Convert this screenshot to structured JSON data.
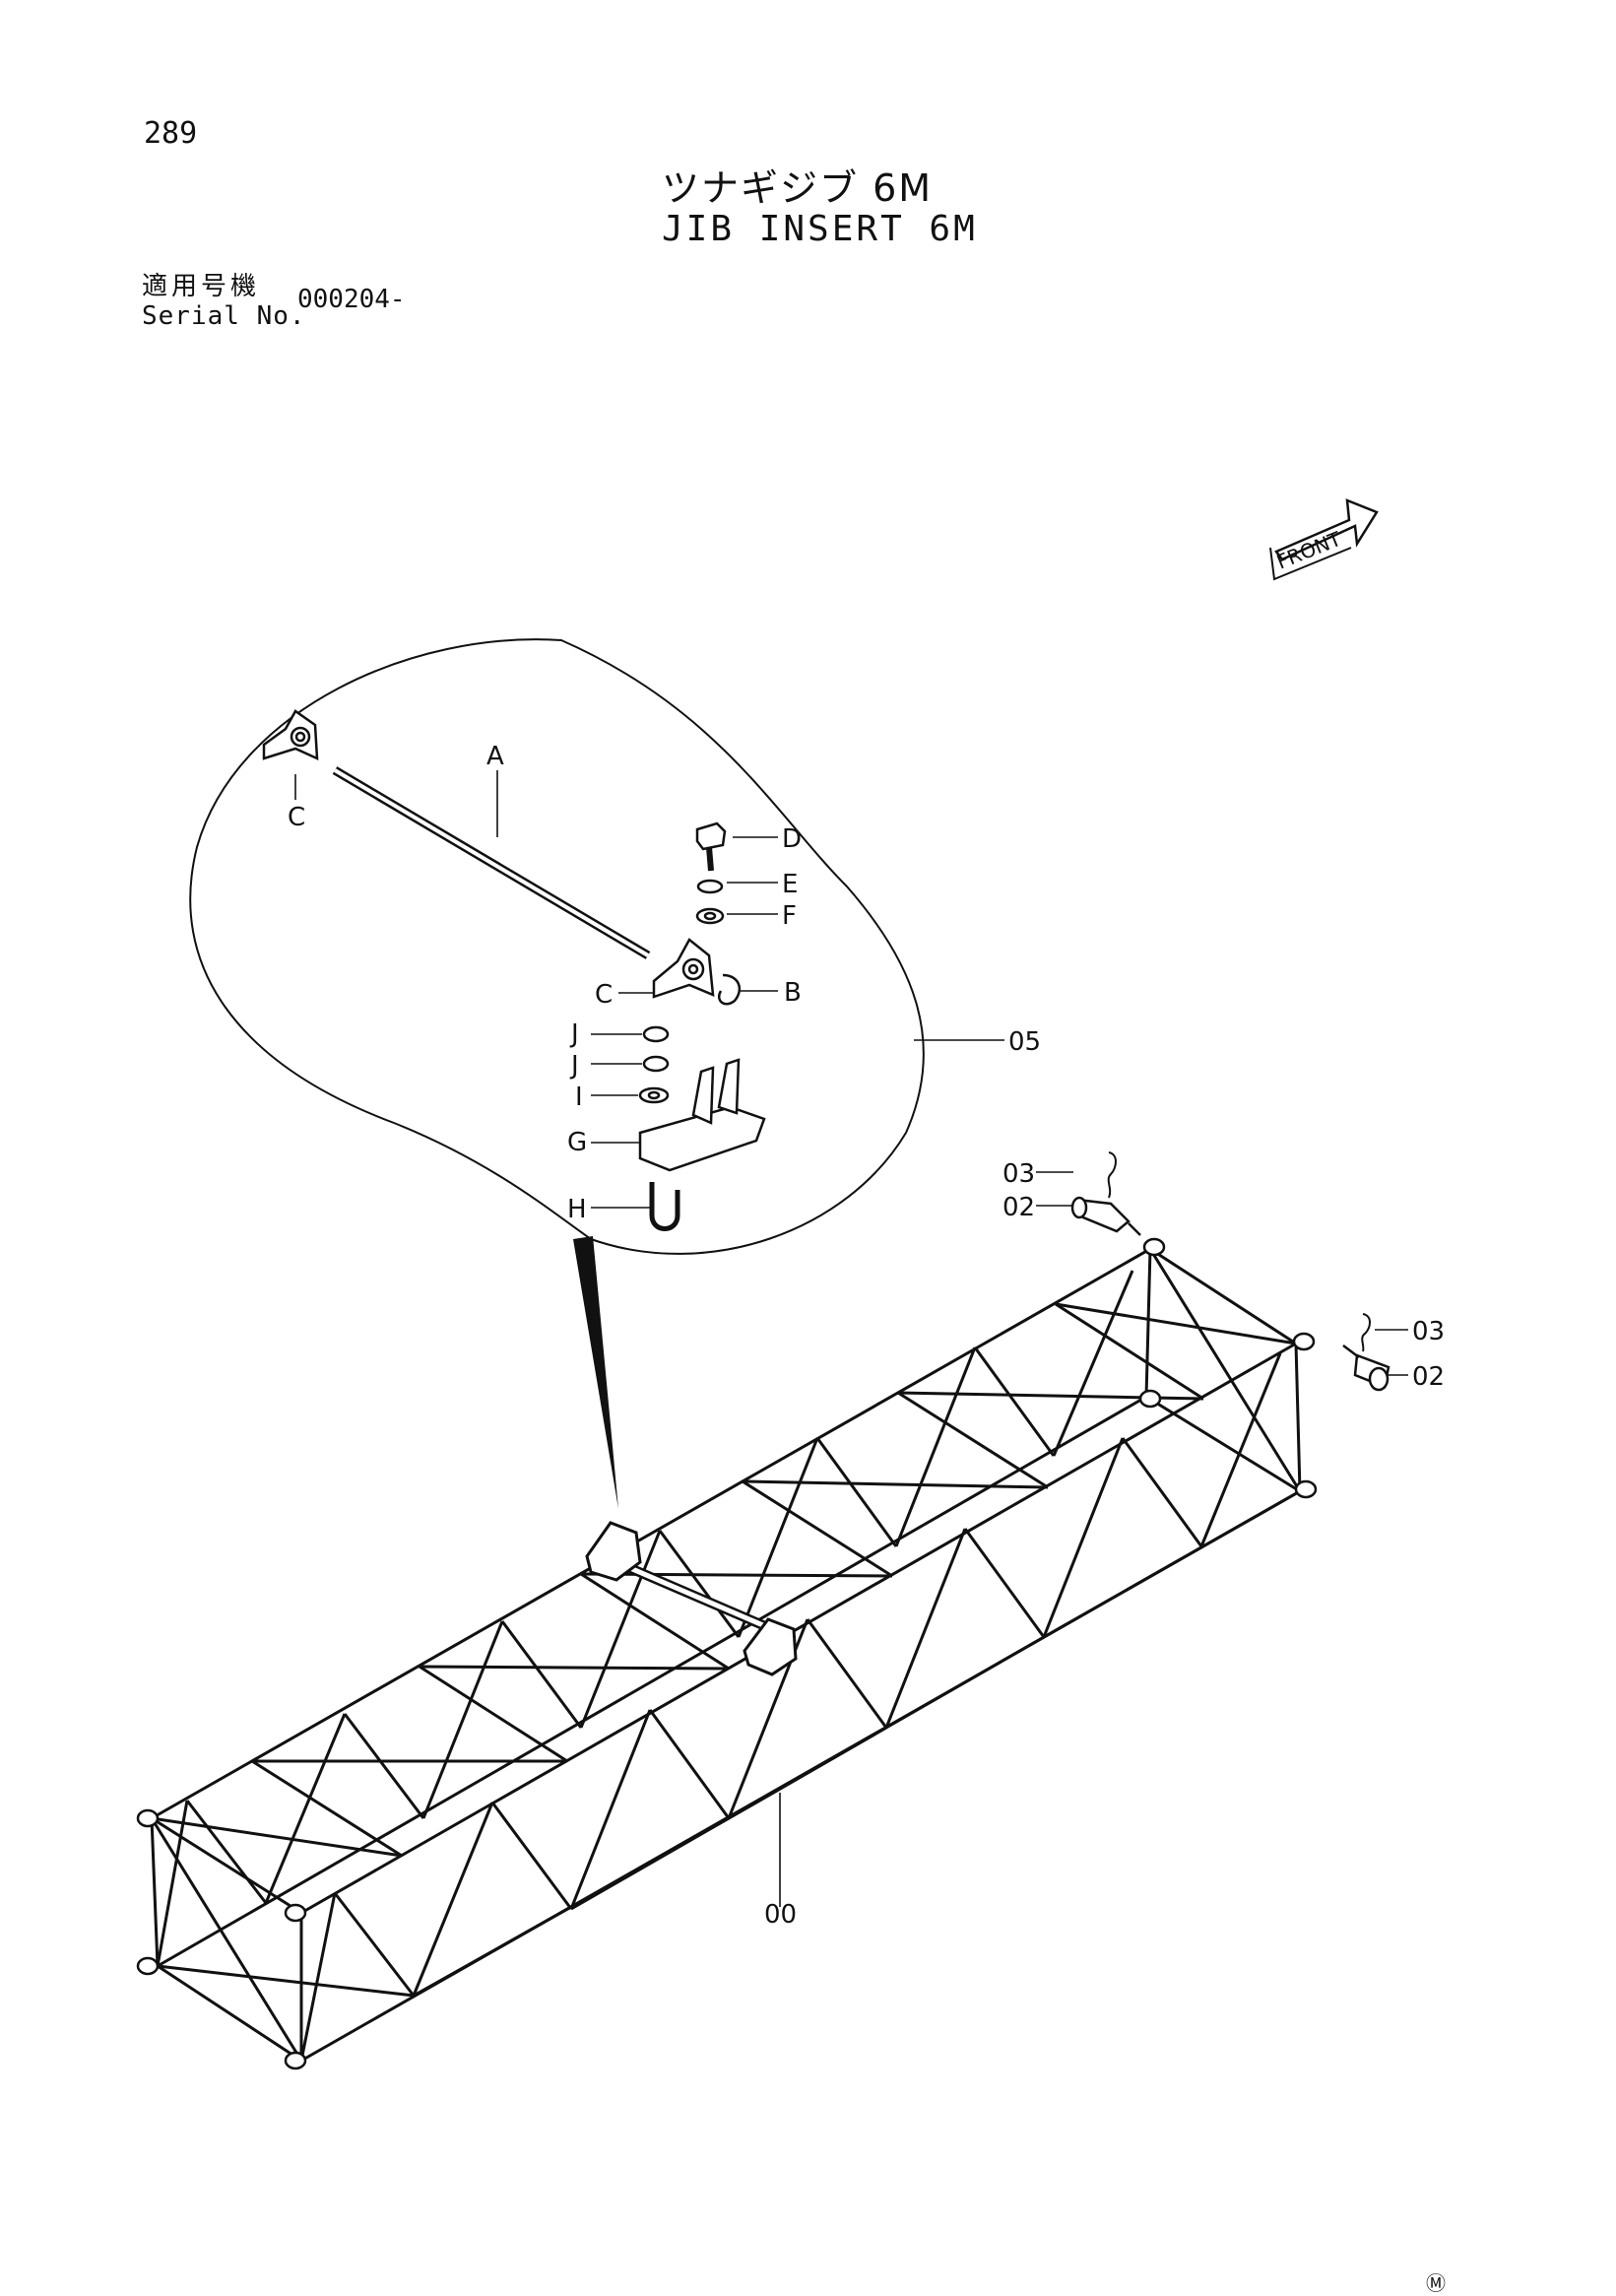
{
  "header": {
    "page_number": "289",
    "title_jp": "ツナギジブ 6M",
    "title_en": "JIB INSERT 6M",
    "serial_label_jp": "適用号機",
    "serial_label_en": "Serial No.",
    "serial_value": "000204-"
  },
  "front_badge": "FRONT",
  "callouts": {
    "A": "A",
    "B": "B",
    "C": "C",
    "D": "D",
    "E": "E",
    "F": "F",
    "G": "G",
    "H": "H",
    "I": "I",
    "J": "J",
    "p00": "00",
    "p02": "02",
    "p03": "03",
    "p05": "05"
  },
  "mark": "Ⓜ"
}
